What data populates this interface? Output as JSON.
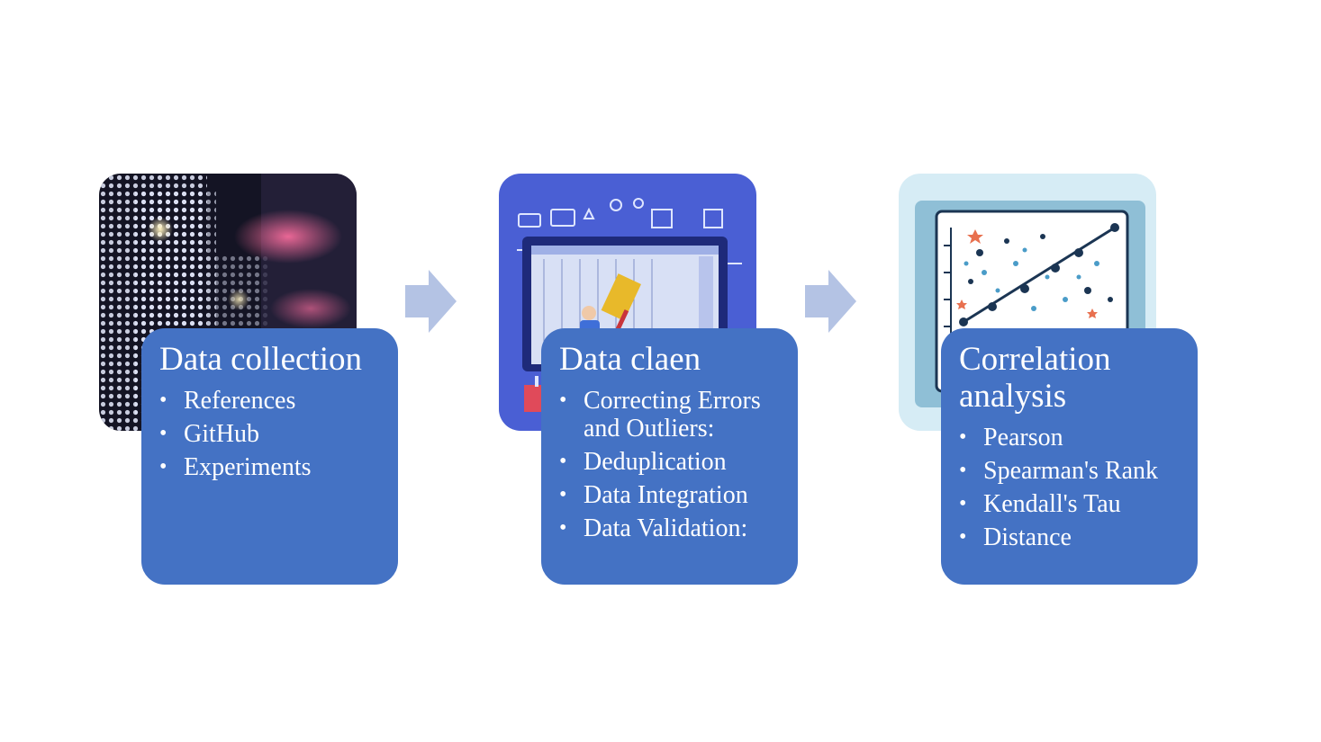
{
  "colors": {
    "card": "#4472c4",
    "arrow": "#b4c3e4",
    "background": "#ffffff"
  },
  "steps": [
    {
      "title": "Data collection",
      "image": "led-dot-matrix-photo",
      "items": [
        "References",
        "GitHub",
        "Experiments"
      ]
    },
    {
      "title": "Data claen",
      "image": "data-cleaning-illustration",
      "items": [
        "Correcting Errors and Outliers:",
        "Deduplication",
        "Data Integration",
        "Data Validation:"
      ]
    },
    {
      "title": "Correlation analysis",
      "image": "scatter-plot-illustration",
      "items": [
        "Pearson",
        "Spearman's Rank",
        "Kendall's Tau",
        "Distance"
      ]
    }
  ],
  "arrows": [
    "right-arrow-icon",
    "right-arrow-icon"
  ]
}
